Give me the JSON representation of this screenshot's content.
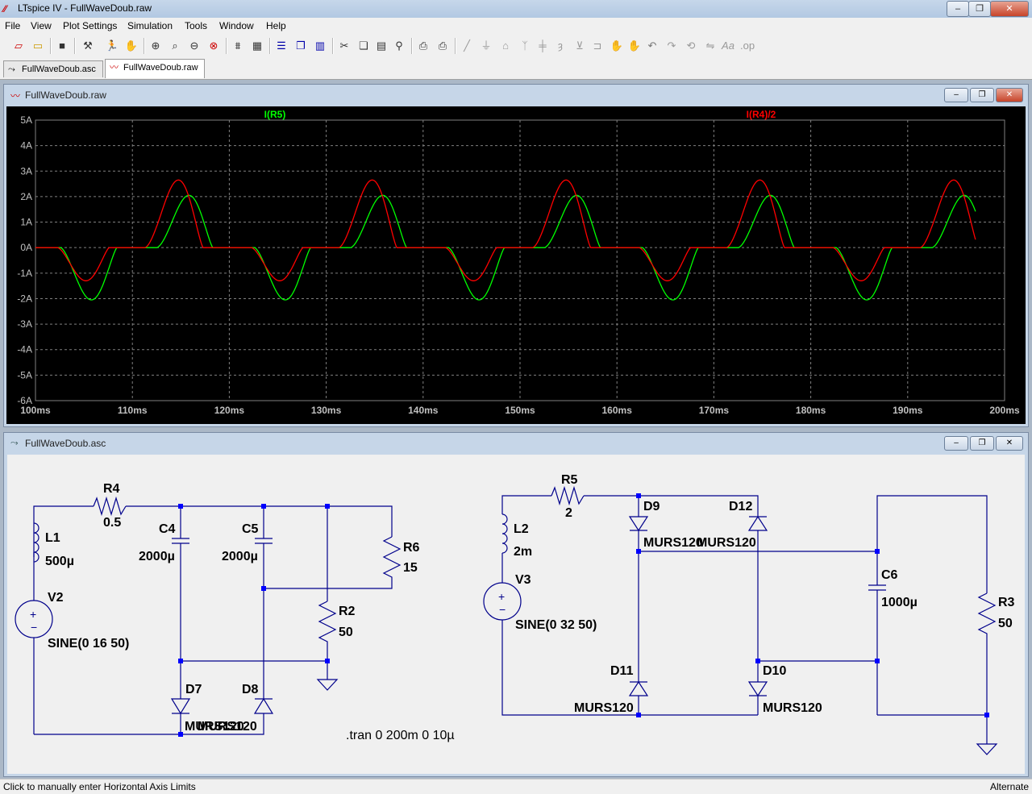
{
  "app": {
    "title": "LTspice IV - FullWaveDoub.raw",
    "window_buttons": [
      "‒",
      "❐",
      "✕"
    ]
  },
  "menu": [
    "File",
    "View",
    "Plot Settings",
    "Simulation",
    "Tools",
    "Window",
    "Help"
  ],
  "toolbar_icons": [
    "new-schematic-icon",
    "open-icon",
    "save-icon",
    "control-panel-icon",
    "run-icon",
    "pan-icon",
    "zoom-in-icon",
    "zoom-area-icon",
    "zoom-out-icon",
    "zoom-fit-icon",
    "autorange-icon",
    "grid-icon",
    "tile-horizontal-icon",
    "cascade-icon",
    "tile-vertical-icon",
    "cut-icon",
    "copy-icon",
    "paste-icon",
    "find-icon",
    "print-preview-icon",
    "print-icon",
    "wire-icon",
    "ground-icon",
    "label-icon",
    "resistor-icon",
    "capacitor-icon",
    "inductor-icon",
    "diode-icon",
    "component-icon",
    "move-icon",
    "drag-icon",
    "undo-icon",
    "redo-icon",
    "rotate-icon",
    "mirror-icon",
    "text-icon",
    "spice-directive-icon"
  ],
  "tabs": [
    {
      "label": "FullWaveDoub.asc",
      "icon": "schematic-icon",
      "active": false
    },
    {
      "label": "FullWaveDoub.raw",
      "icon": "waveform-icon",
      "active": true
    }
  ],
  "plot_window": {
    "title": "FullWaveDoub.raw",
    "colors": {
      "background": "#000000",
      "grid": "#808080",
      "axis_text": "#c0c0c0",
      "trace1": "#00ff00",
      "trace2": "#ff0000"
    },
    "chart_data": {
      "type": "line",
      "title": "",
      "xlabel": "",
      "ylabel": "",
      "x_unit": "ms",
      "y_unit": "A",
      "xlim": [
        100,
        200
      ],
      "ylim": [
        -6,
        5
      ],
      "x_ticks": [
        "100ms",
        "110ms",
        "120ms",
        "130ms",
        "140ms",
        "150ms",
        "160ms",
        "170ms",
        "180ms",
        "190ms",
        "200ms"
      ],
      "y_ticks": [
        "5A",
        "4A",
        "3A",
        "2A",
        "1A",
        "0A",
        "-1A",
        "-2A",
        "-3A",
        "-4A",
        "-5A",
        "-6A"
      ],
      "grid": true,
      "legend_placement": "top",
      "x_end": 197,
      "series": [
        {
          "name": "I(R5)",
          "color": "#00ff00",
          "pos_peak": 2.05,
          "neg_peak": -2.05,
          "pos_start": 112.5,
          "pos_end": 118.3,
          "neg_start": 102.6,
          "neg_end": 108.4,
          "period": 20
        },
        {
          "name": "I(R4)/2",
          "color": "#ff0000",
          "pos_peak": 2.65,
          "neg_peak": -1.3,
          "pos_start": 111.3,
          "pos_end": 117.3,
          "neg_start": 102.3,
          "neg_end": 107.6,
          "period": 20
        }
      ]
    }
  },
  "schematic_window": {
    "title": "FullWaveDoub.asc",
    "labels": {
      "R4": "R4",
      "R4v": "0.5",
      "L1": "L1",
      "L1v": "500µ",
      "V2": "V2",
      "V2v": "SINE(0 16 50)",
      "C4": "C4",
      "C4v": "2000µ",
      "C5": "C5",
      "C5v": "2000µ",
      "R6": "R6",
      "R6v": "15",
      "R2": "R2",
      "R2v": "50",
      "D7": "D7",
      "D8": "D8",
      "D78v": "MURS120",
      "tran": ".tran 0 200m 0 10µ",
      "R5": "R5",
      "R5v": "2",
      "L2": "L2",
      "L2v": "2m",
      "V3": "V3",
      "V3v": "SINE(0 32 50)",
      "D9": "D9",
      "D12": "D12",
      "D912v": "MURS120",
      "D11": "D11",
      "D11v": "MURS120",
      "D10": "D10",
      "D10v": "MURS120",
      "C6": "C6",
      "C6v": "1000µ",
      "R3": "R3",
      "R3v": "50"
    }
  },
  "status": {
    "left": "Click to manually enter Horizontal Axis Limits",
    "right": "Alternate"
  }
}
